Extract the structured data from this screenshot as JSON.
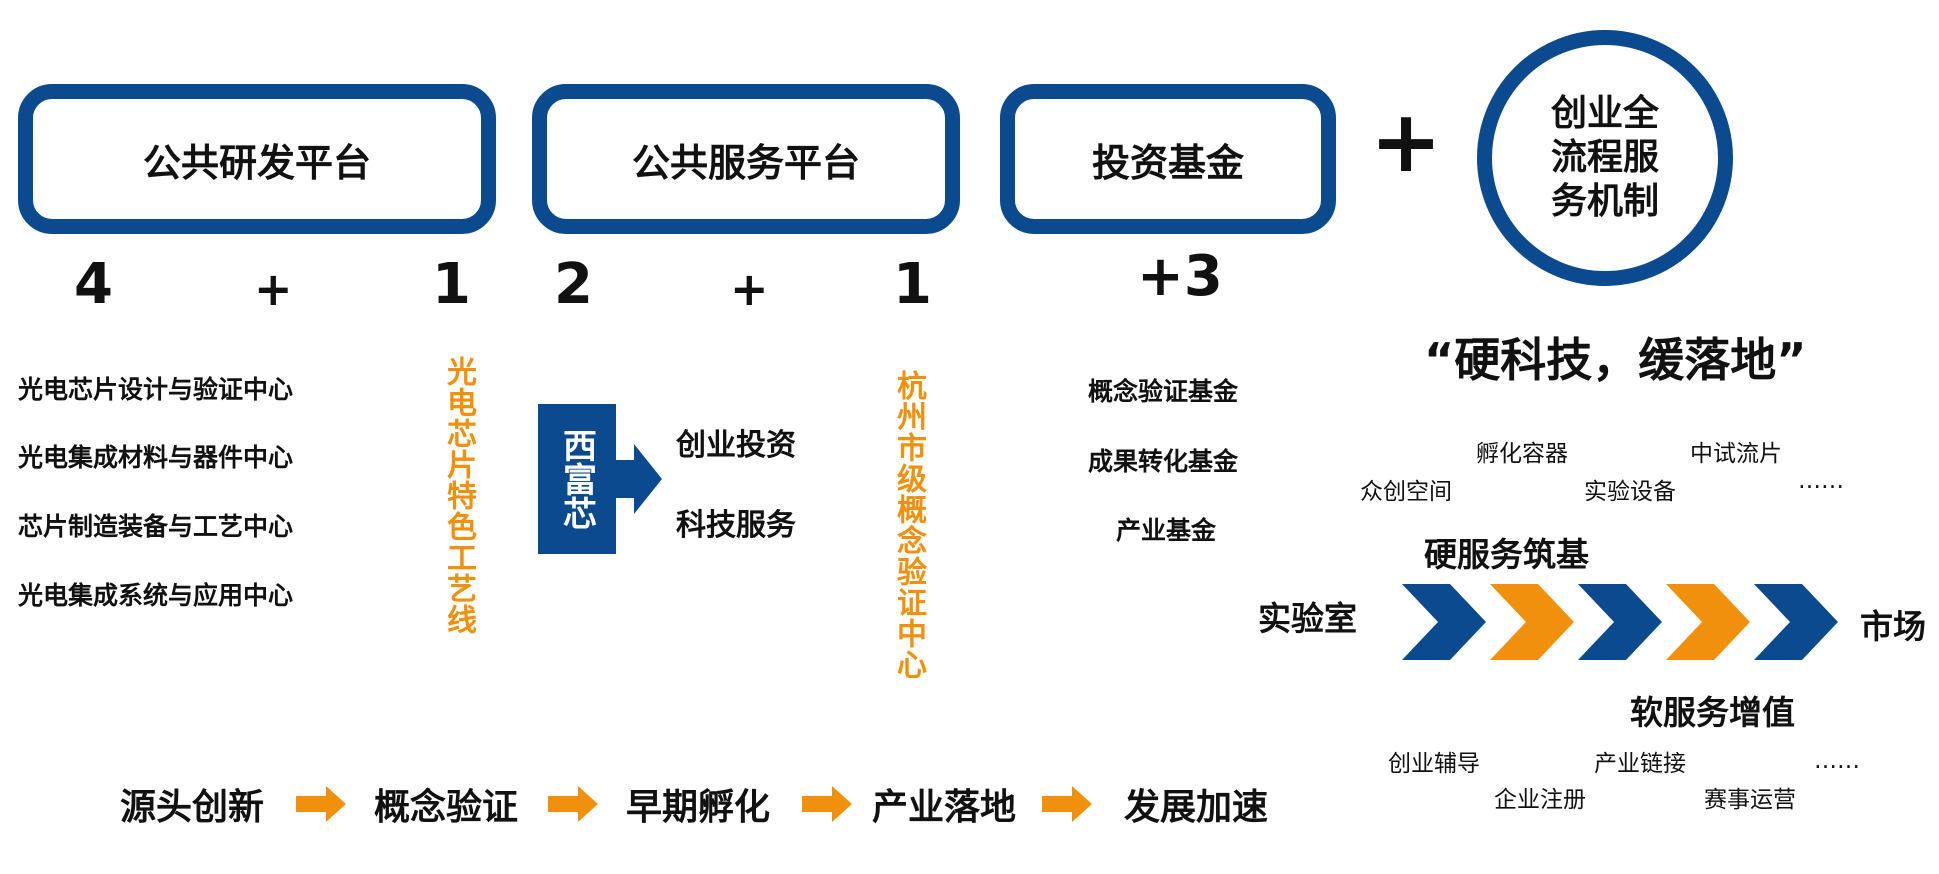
{
  "platforms": {
    "rd": "公共研发平台",
    "service": "公共服务平台",
    "fund": "投资基金"
  },
  "join_plus": "+",
  "mechanism": "创业全流程服务机制",
  "formula_rd": {
    "left": "4",
    "plus": "+",
    "right": "1"
  },
  "formula_service": {
    "left": "2",
    "plus": "+",
    "right": "1"
  },
  "formula_fund": "+3",
  "rd_centers": [
    "光电芯片设计与验证中心",
    "光电集成材料与器件中心",
    "芯片制造装备与工艺中心",
    "光电集成系统与应用中心"
  ],
  "rd_special_line": "光电芯片特色工艺线",
  "xifu_label": "西富芯",
  "service_items": [
    "创业投资",
    "科技服务"
  ],
  "service_center": "杭州市级概念验证中心",
  "funds": [
    "概念验证基金",
    "成果转化基金",
    "产业基金"
  ],
  "slogan": "“硬科技，缓落地”",
  "hard_service": {
    "title": "硬服务筑基",
    "items": [
      "孵化容器",
      "中试流片",
      "众创空间",
      "实验设备",
      "……"
    ]
  },
  "flow": {
    "start": "实验室",
    "end": "市场"
  },
  "soft_service": {
    "title": "软服务增值",
    "items": [
      "创业辅导",
      "产业链接",
      "……",
      "企业注册",
      "赛事运营"
    ]
  },
  "stages": [
    "源头创新",
    "概念验证",
    "早期孵化",
    "产业落地",
    "发展加速"
  ],
  "colors": {
    "blue": "#0b4a8f",
    "orange": "#f0900d"
  }
}
